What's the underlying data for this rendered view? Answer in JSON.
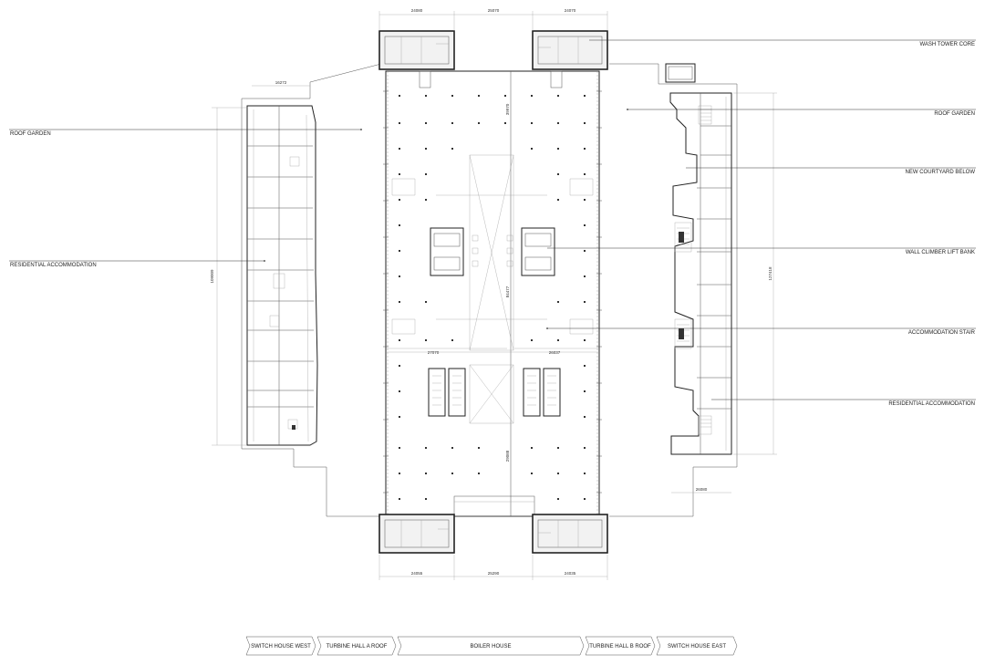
{
  "labels": {
    "roof_garden_west": "ROOF GARDEN",
    "residential_west": "RESIDENTIAL ACCOMMODATION",
    "wash_tower_core": "WASH TOWER CORE",
    "roof_garden_east": "ROOF GARDEN",
    "new_courtyard": "NEW COURTYARD BELOW",
    "wall_climber": "WALL CLIMBER LIFT BANK",
    "accommodation_stair": "ACCOMMODATION STAIR",
    "residential_east": "RESIDENTIAL ACCOMMODATION"
  },
  "dimensions": {
    "top_left": "24080",
    "top_mid": "25070",
    "top_right": "24070",
    "bottom_left": "24055",
    "bottom_mid": "25290",
    "bottom_right": "24035",
    "west_width": "16272",
    "west_height": "109009",
    "east_width": "26080",
    "east_height": "127418",
    "hall_upper": "39970",
    "hall_mid": "84477",
    "hall_lower": "29088",
    "hall_span_left": "27070",
    "hall_span_right": "26037"
  },
  "bands": [
    "SWITCH HOUSE WEST",
    "TURBINE HALL A ROOF",
    "BOILER HOUSE",
    "TURBINE HALL B ROOF",
    "SWITCH HOUSE EAST"
  ]
}
